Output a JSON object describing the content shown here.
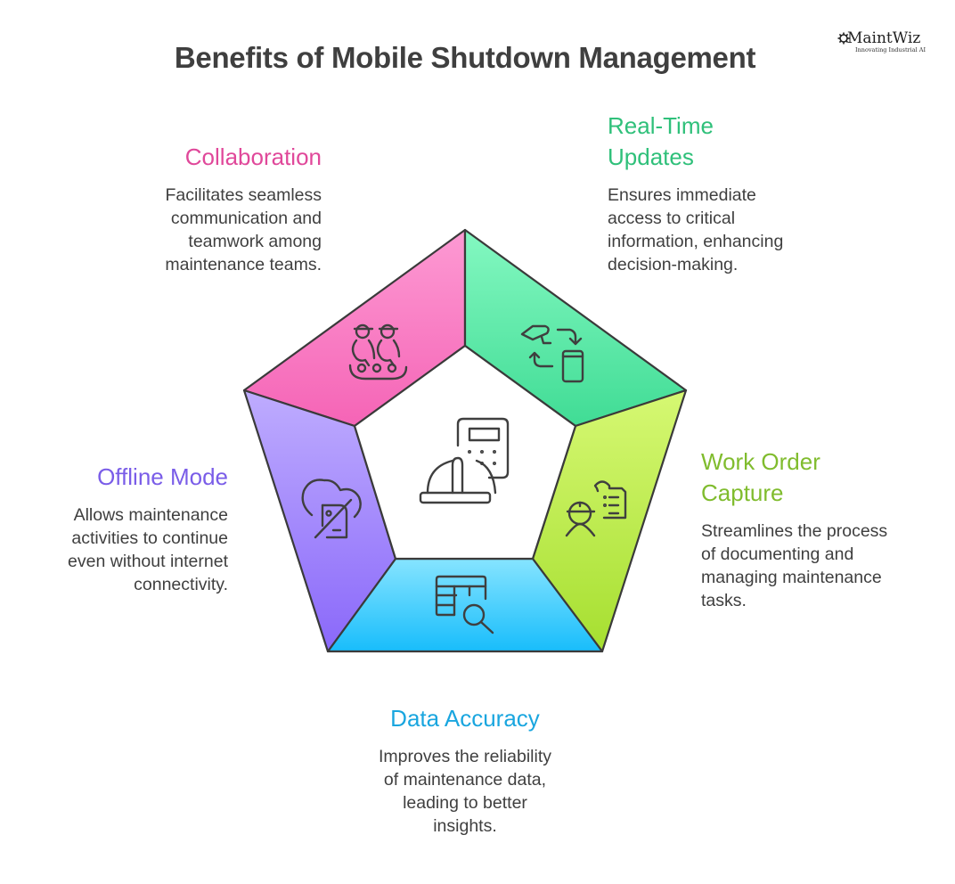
{
  "title": "Benefits of Mobile Shutdown Management",
  "logo": {
    "name": "MaintWiz",
    "tagline": "Innovating Industrial AI"
  },
  "segments": [
    {
      "id": "collaboration",
      "heading": "Collaboration",
      "heading_color": "#e0489a",
      "description": "Facilitates seamless communication and teamwork among maintenance teams.",
      "icon": "team-workers-icon",
      "fill_top": "#fd93d0",
      "fill_bottom": "#f766b8"
    },
    {
      "id": "real-time-updates",
      "heading": "Real-Time Updates",
      "heading_color": "#2fc07a",
      "description": "Ensures immediate access to critical information, enhancing decision-making.",
      "icon": "camera-sync-phone-icon",
      "fill_top": "#7ff6bd",
      "fill_bottom": "#43dd97"
    },
    {
      "id": "work-order-capture",
      "heading": "Work Order Capture",
      "heading_color": "#80bc2e",
      "description": "Streamlines the process of documenting and managing maintenance tasks.",
      "icon": "worker-clipboard-icon",
      "fill_top": "#d3f870",
      "fill_bottom": "#a9e032"
    },
    {
      "id": "data-accuracy",
      "heading": "Data Accuracy",
      "heading_color": "#1aa6df",
      "description": "Improves the reliability of maintenance data, leading to better insights.",
      "icon": "table-search-icon",
      "fill_top": "#80e2ff",
      "fill_bottom": "#1ec0fb"
    },
    {
      "id": "offline-mode",
      "heading": "Offline Mode",
      "heading_color": "#7a5de8",
      "description": "Allows maintenance activities to continue even without internet connectivity.",
      "icon": "cloud-offline-icon",
      "fill_top": "#bba9fd",
      "fill_bottom": "#8c6bfa"
    }
  ],
  "center_icon": "hardhat-controller-icon",
  "text_lines": {
    "collaboration": [
      "Facilitates seamless",
      "communication and",
      "teamwork among",
      "maintenance teams."
    ],
    "real_time": [
      "Ensures immediate",
      "access to critical",
      "information, enhancing",
      "decision-making."
    ],
    "work_order": [
      "Streamlines the process",
      "of documenting and",
      "managing maintenance",
      "tasks."
    ],
    "offline": [
      "Allows maintenance",
      "activities to continue",
      "even without internet",
      "connectivity."
    ],
    "data_accuracy": [
      "Improves the reliability",
      "of maintenance data,",
      "leading to better",
      "insights."
    ],
    "real_time_heading": [
      "Real-Time",
      "Updates"
    ],
    "work_order_heading": [
      "Work Order",
      "Capture"
    ]
  }
}
